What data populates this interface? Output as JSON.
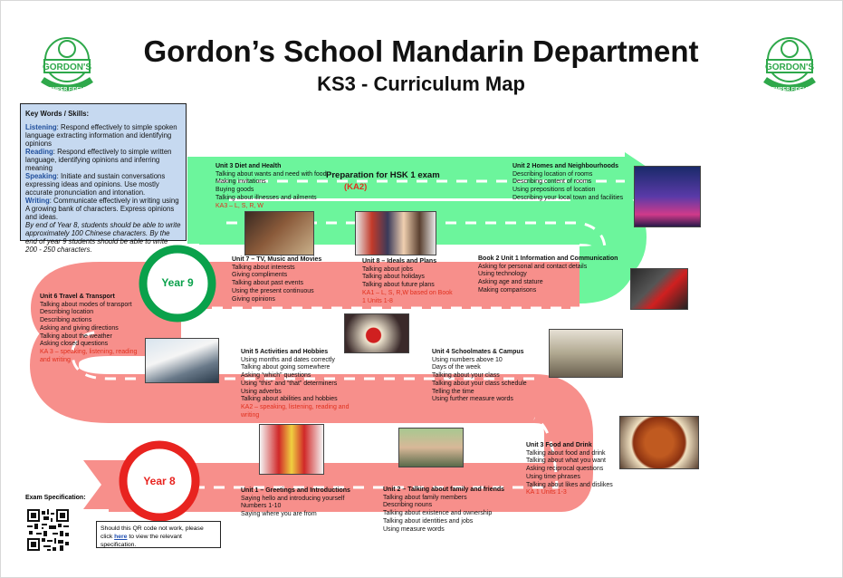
{
  "header": {
    "title": "Gordon’s School Mandarin Department",
    "subtitle": "KS3 - Curriculum Map",
    "logo_text": "GORDON'S",
    "logo_motto": "SEMPER FIDELIS"
  },
  "keywords": {
    "heading": "Key Words / Skills:",
    "items": [
      {
        "label": "Listening",
        "text": ": Respond effectively to simple spoken language extracting information and identifying opinions"
      },
      {
        "label": "Reading",
        "text": ": Respond effectively to simple written language, identifying opinions and inferring meaning"
      },
      {
        "label": "Speaking",
        "text": ": Initiate and sustain conversations expressing ideas and opinions. Use mostly accurate pronunciation and intonation."
      },
      {
        "label": "Writing",
        "text": ": Communicate effectively in writing using A growing bank of characters. Express opinions and ideas."
      }
    ],
    "note": "By end of Year 8, students should be able to write approximately 100 Chinese characters. By the end of year 9 students should be able to write 200 - 250 characters."
  },
  "years": {
    "year9": "Year 9",
    "year8": "Year 8"
  },
  "hsk": {
    "title": "Preparation for HSK 1 exam",
    "ka": "(KA2)"
  },
  "units": {
    "u3dh": {
      "title": "Unit 3 Diet and Health",
      "lines": [
        "Talking about wants and need with food",
        "Making invitations",
        "Buying goods",
        "Talking about illnesses and ailments"
      ],
      "ka": "KA3 – L, S, R, W"
    },
    "u2hn": {
      "title": "Unit 2 Homes and Neighbourhoods",
      "lines": [
        "Describing location of rooms",
        "Describing content of rooms",
        "Using prepositions of location",
        "Describing your local town and facilities"
      ]
    },
    "u7": {
      "title": "Unit 7 – TV, Music and Movies",
      "lines": [
        "Talking about interests",
        "Giving compliments",
        "Talking about past events",
        "Using the present continuous",
        "Giving opinions"
      ]
    },
    "u8": {
      "title": "Unit 8 – Ideals and Plans",
      "lines": [
        "Talking about jobs",
        "Talking about holidays",
        "Talking about future plans"
      ],
      "ka": "KA1 – L, S, R,W based on Book 1 Units 1-8"
    },
    "b2u1": {
      "title": "Book 2 Unit 1 Information and Communication",
      "lines": [
        "Asking for personal and contact details",
        "Using technology",
        "Asking age and stature",
        "Making comparisons"
      ]
    },
    "u6": {
      "title": "Unit 6 Travel & Transport",
      "lines": [
        "Talking about modes of transport",
        "Describing location",
        "Describing actions",
        "Asking and giving directions",
        "Talking about the weather",
        "Asking closed questions"
      ],
      "ka": "KA 3 – speaking, listening, reading and writing"
    },
    "u5": {
      "title": "Unit 5 Activities and Hobbies",
      "lines": [
        "Using months and dates correctly",
        "Talking about going somewhere",
        "Asking “which” questions",
        "Using “this” and “that” determiners",
        "Using adverbs",
        "Talking about abilities and hobbies"
      ],
      "ka": "KA2 – speaking, listening, reading and writing"
    },
    "u4": {
      "title": "Unit 4 Schoolmates & Campus",
      "lines": [
        "Using numbers above 10",
        "Days of the week",
        "Talking about your class",
        "Talking about your class schedule",
        "Telling the time",
        "Using further measure words"
      ]
    },
    "u3fd": {
      "title": "Unit 3 Food and Drink",
      "lines": [
        "Talking about food and drink",
        "Talking about what you want",
        "Asking reciprocal questions",
        "Using time phrases",
        "Talking about likes and dislikes"
      ],
      "ka": "KA 1 Units 1-3"
    },
    "u1": {
      "title": "Unit 1 – Greetings and Introductions",
      "lines": [
        "Saying hello and introducing yourself",
        "Numbers 1-10",
        "Saying where you are from"
      ]
    },
    "u2": {
      "title": "Unit 2 – Talking about family and friends",
      "lines": [
        "Talking about family members",
        "Describing nouns",
        "Talking about existence and ownership",
        "Talking about identities and jobs",
        "Using measure words"
      ]
    }
  },
  "footer": {
    "exam_label": "Exam Specification:",
    "qr_note_pre": "Should this QR code not work, please click ",
    "qr_link": "here",
    "qr_note_post": " to view the relevant specification."
  },
  "colors": {
    "green_road": "#6cf59c",
    "red_road": "#f78f8b",
    "year_green": "#0aa14b",
    "year_red": "#e8231f",
    "ka_red": "#e0301e",
    "box_blue": "#c6d9f0"
  }
}
